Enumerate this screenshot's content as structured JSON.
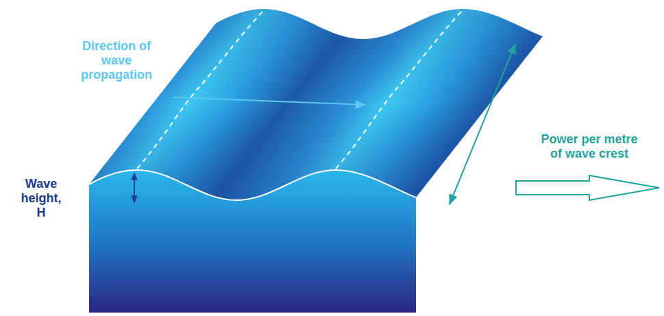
{
  "diagram": {
    "labels": [
      "Direction of wave propagation",
      "Wave height, H",
      "Power per metre of wave crest"
    ]
  }
}
